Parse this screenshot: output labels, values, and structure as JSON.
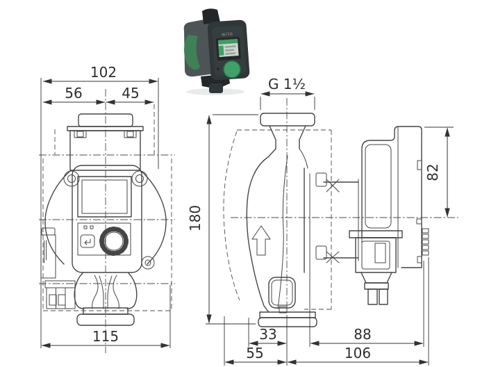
{
  "drawing": {
    "background": "#ffffff",
    "line_color": "#454545",
    "text_color": "#2e2e2e",
    "dimensions": {
      "front": {
        "total_width": "102",
        "left_width": "56",
        "right_width": "45",
        "base_width": "115"
      },
      "side": {
        "thread": "G 1½",
        "height": "180",
        "module_height": "82",
        "foot_front": "33",
        "front_depth": "55",
        "rear_depth": "88",
        "total_depth": "106"
      }
    },
    "photo": {
      "logo": "wilo",
      "colors": {
        "shadow": "#e9eaea",
        "housing": "#4d5456",
        "body": "#303738",
        "face": "#363d3e",
        "green": "#3e8157",
        "button": "#3fa168",
        "button_ring": "#2a7448",
        "screen": "#ccd6cf",
        "screen_green": "#3f9d63",
        "screen_lines": "#97a29b",
        "dark": "#22282a",
        "logo_color": "#9aa3a0"
      }
    }
  }
}
